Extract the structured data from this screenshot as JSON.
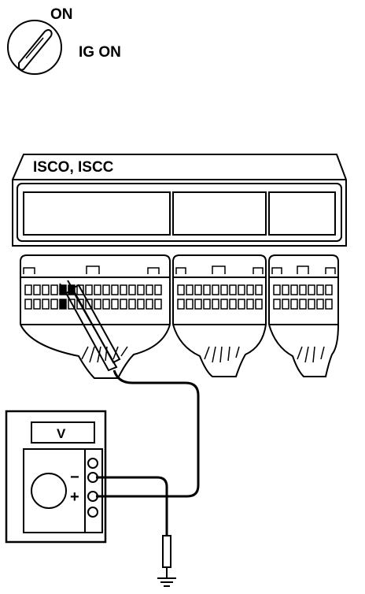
{
  "ignition": {
    "position_label": "ON",
    "state_label": "IG ON"
  },
  "ecu": {
    "terminals_label": "ISCO, ISCC"
  },
  "voltmeter": {
    "display": "V",
    "negative_terminal": "−",
    "positive_terminal": "+"
  },
  "icons": [
    "ignition-key-icon",
    "ground-symbol-icon"
  ]
}
